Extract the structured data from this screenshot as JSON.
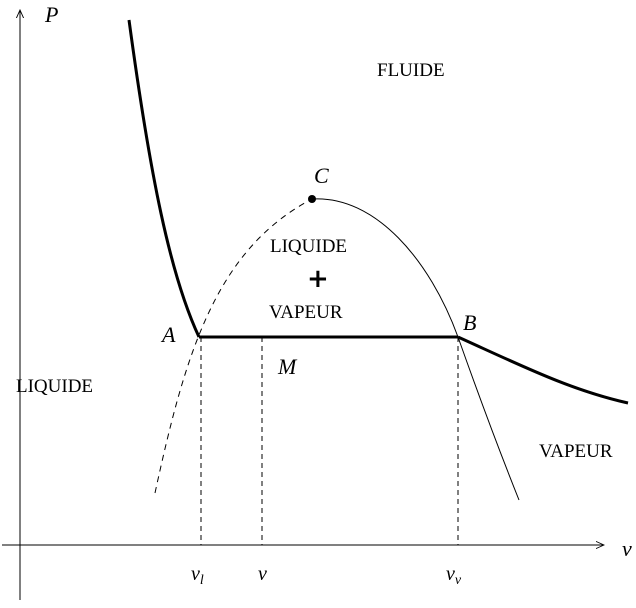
{
  "axes": {
    "y_label": "P",
    "x_label": "v"
  },
  "regions": {
    "fluide": "FLUIDE",
    "liquide_vapeur_top": "LIQUIDE",
    "plus_sign": "+",
    "liquide_vapeur_bottom": "VAPEUR",
    "liquide": "LIQUIDE",
    "vapeur": "VAPEUR"
  },
  "points": {
    "critical": "C",
    "a": "A",
    "b": "B",
    "m": "M"
  },
  "ticks": {
    "vl_main": "v",
    "vl_sub": "l",
    "v": "v",
    "vv_main": "v",
    "vv_sub": "v"
  },
  "colors": {
    "ink": "#000000"
  }
}
